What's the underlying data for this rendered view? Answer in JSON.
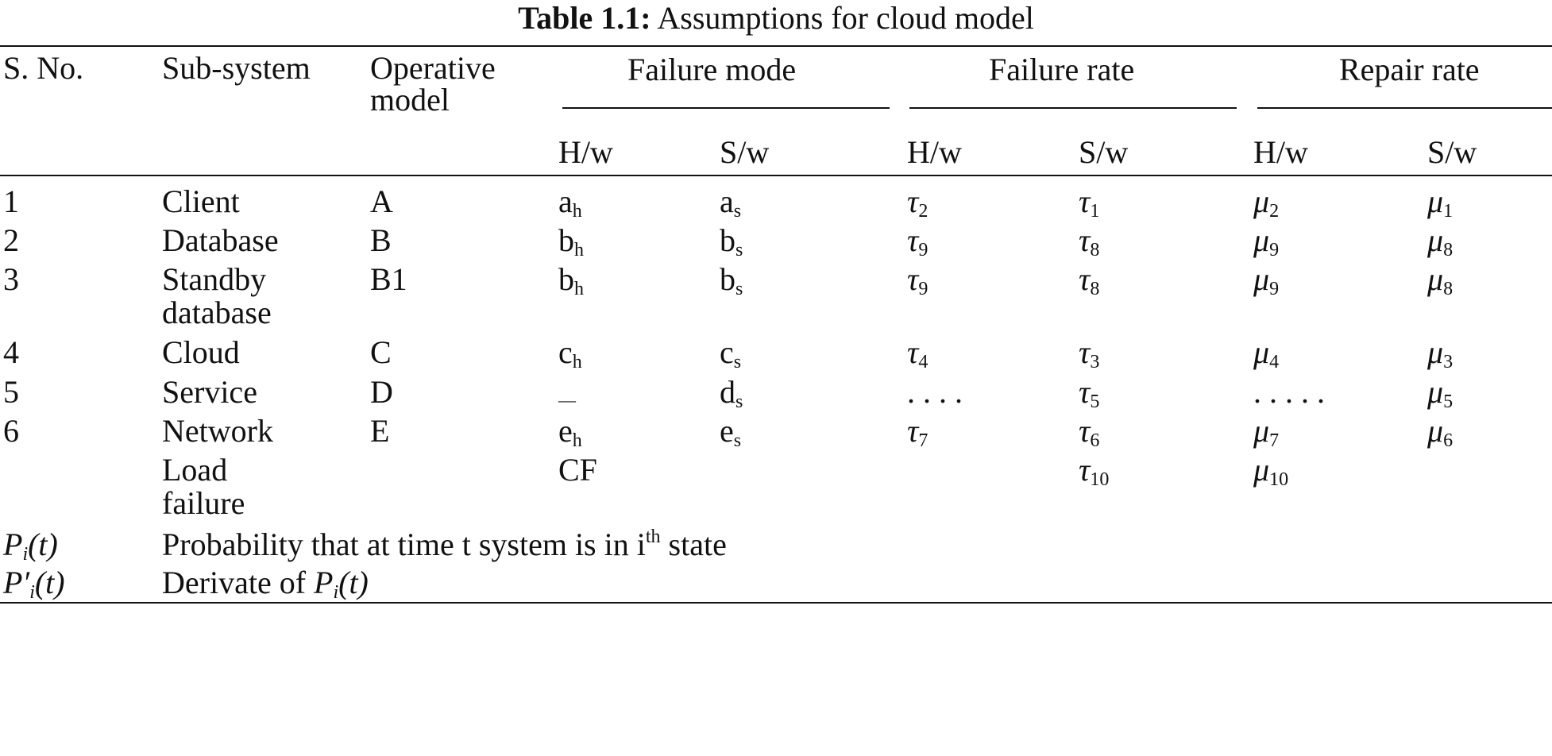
{
  "caption": {
    "label": "Table 1.1:",
    "title": "Assumptions for cloud model"
  },
  "headers": {
    "sno": "S. No.",
    "subsystem": "Sub-system",
    "operative": "Operative",
    "operative2": "model",
    "failure_mode": "Failure mode",
    "failure_rate": "Failure rate",
    "repair_rate": "Repair rate",
    "hw": "H/w",
    "sw": "S/w"
  },
  "rows": [
    {
      "sno": "1",
      "sub1": "Client",
      "sub2": "",
      "op": "A",
      "fm_h": {
        "base": "a",
        "sub": "h"
      },
      "fm_s": {
        "base": "a",
        "sub": "s"
      },
      "fr_h": {
        "base": "τ",
        "sub": "2"
      },
      "fr_s": {
        "base": "τ",
        "sub": "1"
      },
      "rr_h": {
        "base": "μ",
        "sub": "2"
      },
      "rr_s": {
        "base": "μ",
        "sub": "1"
      }
    },
    {
      "sno": "2",
      "sub1": "Database",
      "sub2": "",
      "op": "B",
      "fm_h": {
        "base": "b",
        "sub": "h"
      },
      "fm_s": {
        "base": "b",
        "sub": "s"
      },
      "fr_h": {
        "base": "τ",
        "sub": "9"
      },
      "fr_s": {
        "base": "τ",
        "sub": "8"
      },
      "rr_h": {
        "base": "μ",
        "sub": "9"
      },
      "rr_s": {
        "base": "μ",
        "sub": "8"
      }
    },
    {
      "sno": "3",
      "sub1": "Standby",
      "sub2": "database",
      "op": "B1",
      "fm_h": {
        "base": "b",
        "sub": "h"
      },
      "fm_s": {
        "base": "b",
        "sub": "s"
      },
      "fr_h": {
        "base": "τ",
        "sub": "9"
      },
      "fr_s": {
        "base": "τ",
        "sub": "8"
      },
      "rr_h": {
        "base": "μ",
        "sub": "9"
      },
      "rr_s": {
        "base": "μ",
        "sub": "8"
      }
    },
    {
      "sno": "4",
      "sub1": "Cloud",
      "sub2": "",
      "op": "C",
      "fm_h": {
        "base": "c",
        "sub": "h"
      },
      "fm_s": {
        "base": "c",
        "sub": "s"
      },
      "fr_h": {
        "base": "τ",
        "sub": "4"
      },
      "fr_s": {
        "base": "τ",
        "sub": "3"
      },
      "rr_h": {
        "base": "μ",
        "sub": "4"
      },
      "rr_s": {
        "base": "μ",
        "sub": "3"
      }
    },
    {
      "sno": "5",
      "sub1": "Service",
      "sub2": "",
      "op": "D",
      "fm_h": {
        "base": "—",
        "sub": ""
      },
      "fm_s": {
        "base": "d",
        "sub": "s"
      },
      "fr_h": {
        "base": ". . . .",
        "sub": ""
      },
      "fr_s": {
        "base": "τ",
        "sub": "5"
      },
      "rr_h": {
        "base": ". . . . .",
        "sub": ""
      },
      "rr_s": {
        "base": "μ",
        "sub": "5"
      }
    },
    {
      "sno": "6",
      "sub1": "Network",
      "sub2": "",
      "op": "E",
      "fm_h": {
        "base": "e",
        "sub": "h"
      },
      "fm_s": {
        "base": "e",
        "sub": "s"
      },
      "fr_h": {
        "base": "τ",
        "sub": "7"
      },
      "fr_s": {
        "base": "τ",
        "sub": "6"
      },
      "rr_h": {
        "base": "μ",
        "sub": "7"
      },
      "rr_s": {
        "base": "μ",
        "sub": "6"
      }
    },
    {
      "sno": "",
      "sub1": "Load",
      "sub2": "failure",
      "op": "",
      "fm_h": {
        "base": "CF",
        "sub": ""
      },
      "fm_s": {
        "base": "",
        "sub": ""
      },
      "fr_h": {
        "base": "",
        "sub": ""
      },
      "fr_s": {
        "base": "τ",
        "sub": "10"
      },
      "rr_h": {
        "base": "μ",
        "sub": "10"
      },
      "rr_s": {
        "base": "",
        "sub": ""
      }
    }
  ],
  "notes": {
    "p1_sym": "P",
    "p1_sub": "i",
    "p1_arg": "(t)",
    "p1_text": "Probability that at time t system is in i",
    "p1_sup": "th",
    "p1_tail": " state",
    "p2_sym": "P′",
    "p2_sub": "i",
    "p2_arg": "(t)",
    "p2_text": "Derivate of ",
    "p2_ref_sym": "P",
    "p2_ref_sub": "i",
    "p2_ref_arg": "(t)"
  }
}
